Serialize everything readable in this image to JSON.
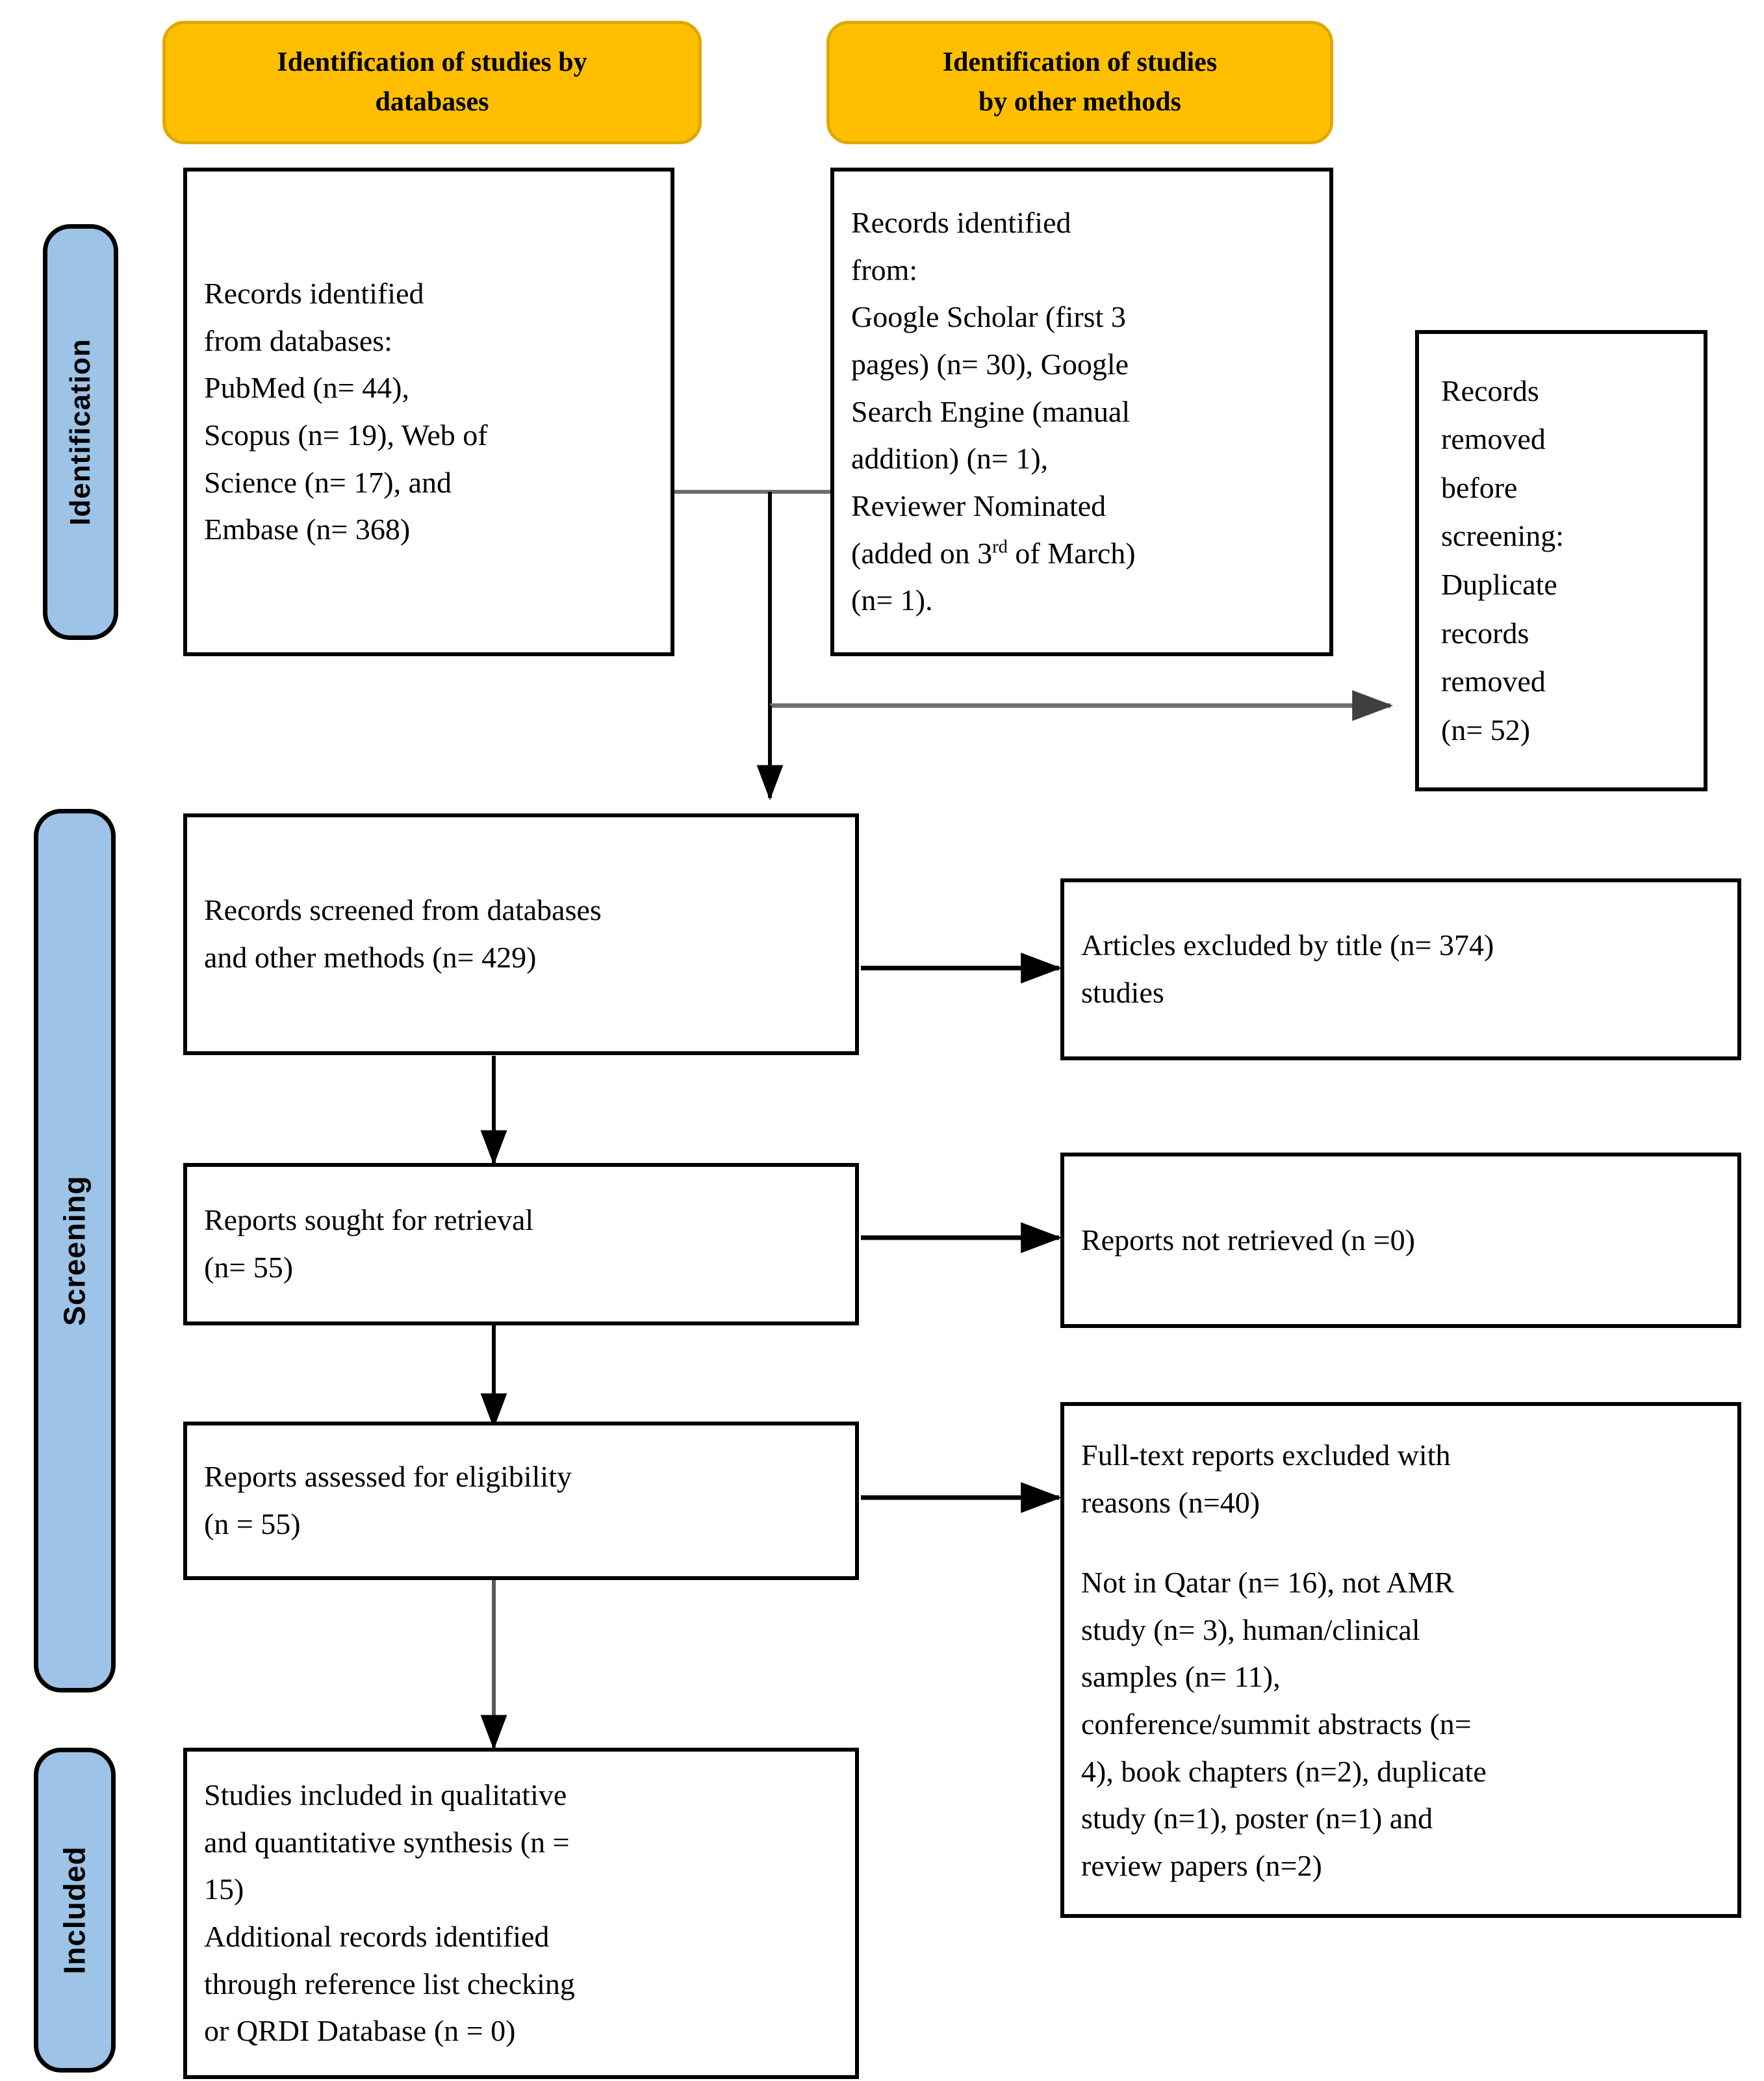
{
  "diagram": {
    "title": "PRISMA flow diagram",
    "colors": {
      "header_fill": "#FFBF00",
      "phase_fill": "#9DC3E6",
      "line": "#000000",
      "line_gray": "#595959",
      "background": "#FFFFFF"
    }
  },
  "phases": [
    {
      "id": "identification",
      "label": "Identification"
    },
    {
      "id": "screening",
      "label": "Screening"
    },
    {
      "id": "included",
      "label": "Included"
    }
  ],
  "headers": [
    {
      "id": "databases",
      "label": "Identification of studies by\ndatabases"
    },
    {
      "id": "other-methods",
      "label": "Identification of studies\nby other methods"
    }
  ],
  "boxes": {
    "records_databases": {
      "text": "Records identified\nfrom databases:\nPubMed (n= 44),\nScopus (n= 19), Web of\nScience (n= 17), and\nEmbase (n= 368)"
    },
    "records_other_methods": {
      "text_before": "Records identified\nfrom:\nGoogle Scholar (first 3\npages) (n= 30), Google\nSearch Engine (manual\naddition) (n= 1),\nReviewer Nominated\n(added on 3",
      "superscript": "rd",
      "text_after": " of March)\n(n= 1)."
    },
    "records_removed": {
      "text": "Records\nremoved\nbefore\nscreening:\nDuplicate\nrecords\nremoved\n(n= 52)"
    },
    "records_screened": {
      "text": "Records screened from databases\nand other methods (n= 429)"
    },
    "excluded_by_title": {
      "text": "Articles excluded by title (n= 374)\nstudies"
    },
    "reports_sought": {
      "text": "Reports sought for retrieval\n(n= 55)"
    },
    "reports_not_retrieved": {
      "text": "Reports not retrieved (n =0)"
    },
    "reports_assessed": {
      "text": "Reports assessed for eligibility\n(n = 55)"
    },
    "fulltext_excluded": {
      "text_primary": "Full-text reports excluded with\nreasons (n=40)",
      "text_reasons": "Not in Qatar (n= 16), not AMR\nstudy (n= 3), human/clinical\nsamples (n= 11),\nconference/summit abstracts (n=\n4), book chapters (n=2), duplicate\nstudy (n=1), poster (n=1) and\nreview papers (n=2)"
    },
    "studies_included": {
      "text": "Studies included in qualitative\nand quantitative synthesis (n =\n15)\nAdditional records identified\nthrough reference list checking\nor QRDI Database (n = 0)"
    }
  },
  "connectors": [
    {
      "id": "databases-to-junction",
      "from": "records_databases",
      "to": "merge-junction"
    },
    {
      "id": "other-methods-to-junction",
      "from": "records_other_methods",
      "to": "merge-junction"
    },
    {
      "id": "junction-to-removed",
      "from": "merge-junction",
      "to": "records_removed"
    },
    {
      "id": "junction-to-screened",
      "from": "merge-junction",
      "to": "records_screened"
    },
    {
      "id": "screened-to-excluded-title",
      "from": "records_screened",
      "to": "excluded_by_title"
    },
    {
      "id": "screened-to-sought",
      "from": "records_screened",
      "to": "reports_sought"
    },
    {
      "id": "sought-to-not-retrieved",
      "from": "reports_sought",
      "to": "reports_not_retrieved"
    },
    {
      "id": "sought-to-assessed",
      "from": "reports_sought",
      "to": "reports_assessed"
    },
    {
      "id": "assessed-to-fulltext-excluded",
      "from": "reports_assessed",
      "to": "fulltext_excluded"
    },
    {
      "id": "assessed-to-included",
      "from": "reports_assessed",
      "to": "studies_included"
    }
  ]
}
